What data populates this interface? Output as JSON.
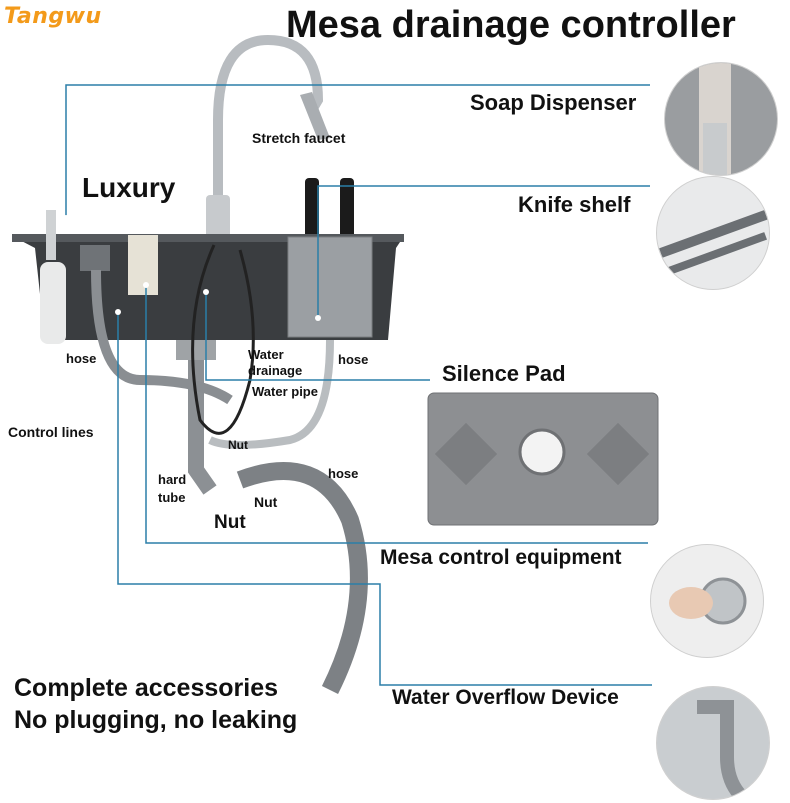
{
  "brand": "Tangwu",
  "title": "Mesa drainage controller",
  "labels": {
    "luxury": "Luxury",
    "stretch_faucet": "Stretch faucet",
    "soap_dispenser": "Soap Dispenser",
    "knife_shelf": "Knife shelf",
    "hose_left": "hose",
    "water_drainage_1": "Water",
    "water_drainage_2": "drainage",
    "hose_right": "hose",
    "water_pipe": "Water pipe",
    "silence_pad": "Silence Pad",
    "control_lines": "Control lines",
    "nut_small": "Nut",
    "hard_tube_1": "hard",
    "hard_tube_2": "tube",
    "nut_mid": "Nut",
    "hose_lower": "hose",
    "nut_big": "Nut",
    "mesa_control": "Mesa control equipment",
    "water_overflow": "Water Overflow Device"
  },
  "footer": {
    "line1": "Complete accessories",
    "line2": "No plugging, no leaking"
  },
  "colors": {
    "brand": "#f39a1a",
    "leader_line": "#2b7fa8",
    "sink": "#3a3d40",
    "pad": "#8d8f92"
  }
}
